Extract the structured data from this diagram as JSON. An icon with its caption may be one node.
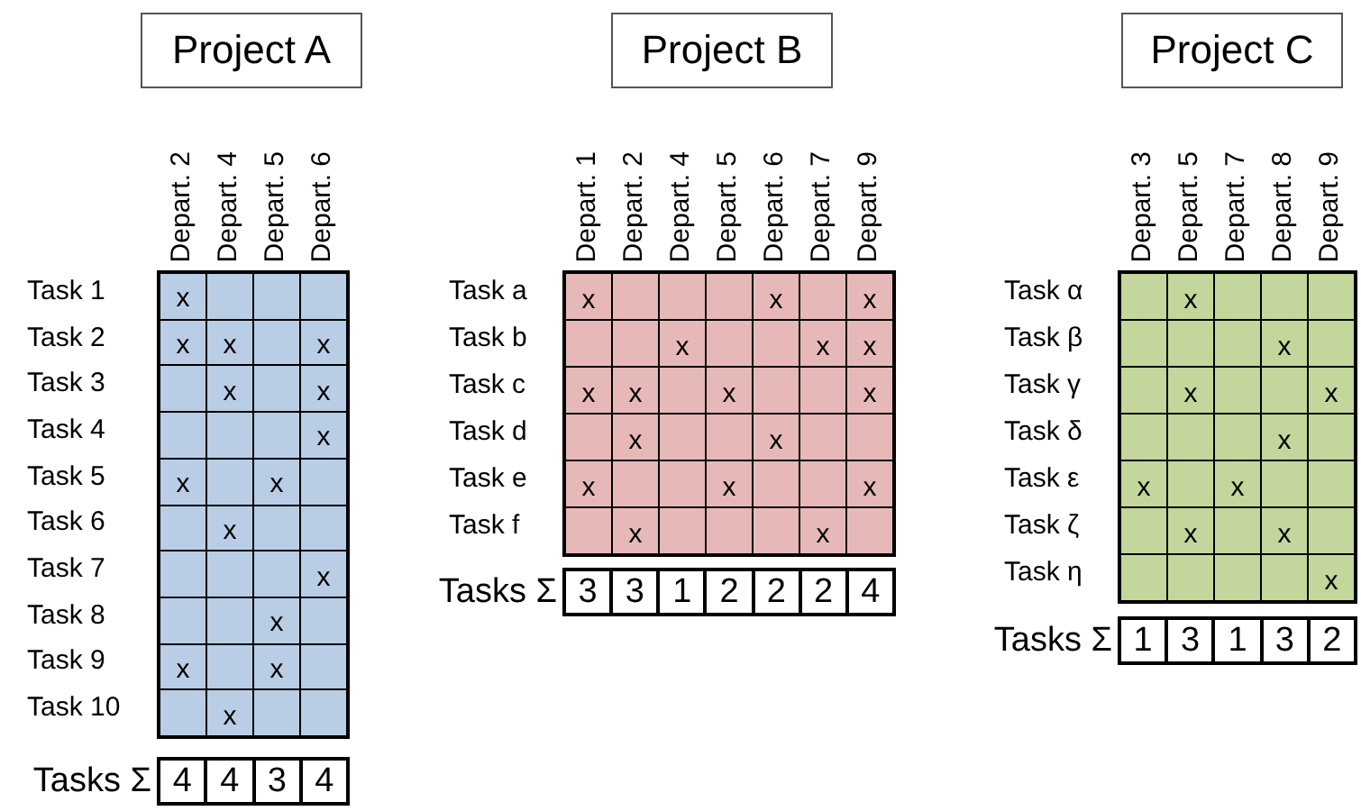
{
  "diagram": {
    "nodes": [
      {
        "text": [
          "Project A"
        ]
      },
      {
        "text": [
          "Project B"
        ]
      },
      {
        "text": [
          "Project C"
        ]
      }
    ],
    "labels": [
      "Depart. 2",
      "Depart. 4",
      "Depart. 5",
      "Depart. 6",
      "Task 1",
      "x",
      "Task 2",
      "x",
      "x",
      "x",
      "Task 3",
      "x",
      "x",
      "Task 4",
      "x",
      "Task 5",
      "x",
      "x",
      "Task 6",
      "x",
      "Task 7",
      "x",
      "Task 8",
      "x",
      "Task 9",
      "x",
      "x",
      "Task 10",
      "x",
      "Tasks Σ",
      "4",
      "4",
      "3",
      "4",
      "Depart. 1",
      "Depart. 2",
      "Depart. 4",
      "Depart. 5",
      "Depart. 6",
      "Depart. 7",
      "Depart. 9",
      "Task a",
      "x",
      "x",
      "x",
      "Task b",
      "x",
      "x",
      "x",
      "Task c",
      "x",
      "x",
      "x",
      "x",
      "Task d",
      "x",
      "x",
      "Task e",
      "x",
      "x",
      "x",
      "Task f",
      "x",
      "x",
      "Tasks Σ",
      "3",
      "3",
      "1",
      "2",
      "2",
      "2",
      "4",
      "Depart. 3",
      "Depart. 5",
      "Depart. 7",
      "Depart. 8",
      "Depart. 9",
      "Task α",
      "x",
      "Task β",
      "x",
      "Task γ",
      "x",
      "x",
      "Task δ",
      "x",
      "Task ε",
      "x",
      "x",
      "Task ζ",
      "x",
      "x",
      "Task η",
      "x",
      "Tasks Σ",
      "1",
      "3",
      "1",
      "3",
      "2"
    ]
  }
}
